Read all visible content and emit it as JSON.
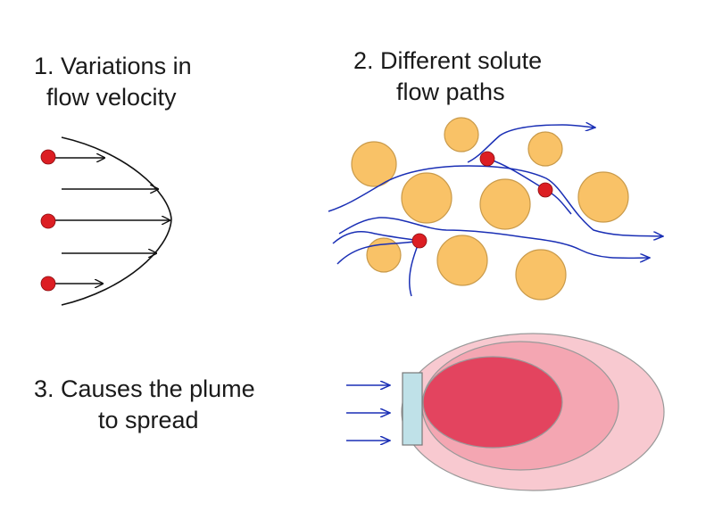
{
  "panel1": {
    "title_line1": "1. Variations in",
    "title_line2": "flow velocity"
  },
  "panel2": {
    "title_line1": "2. Different solute",
    "title_line2": "flow paths"
  },
  "panel3": {
    "title_line1": "3.  Causes the plume",
    "title_line2": "to spread"
  },
  "colors": {
    "particle": "#dc1e23",
    "grain": "#f9c267",
    "flow_path": "#1a2fb5",
    "plume_core": "#e3445f",
    "plume_mid": "#f4a6b2",
    "plume_outer": "#f8c9d0",
    "source_box": "#bfe1e8"
  }
}
